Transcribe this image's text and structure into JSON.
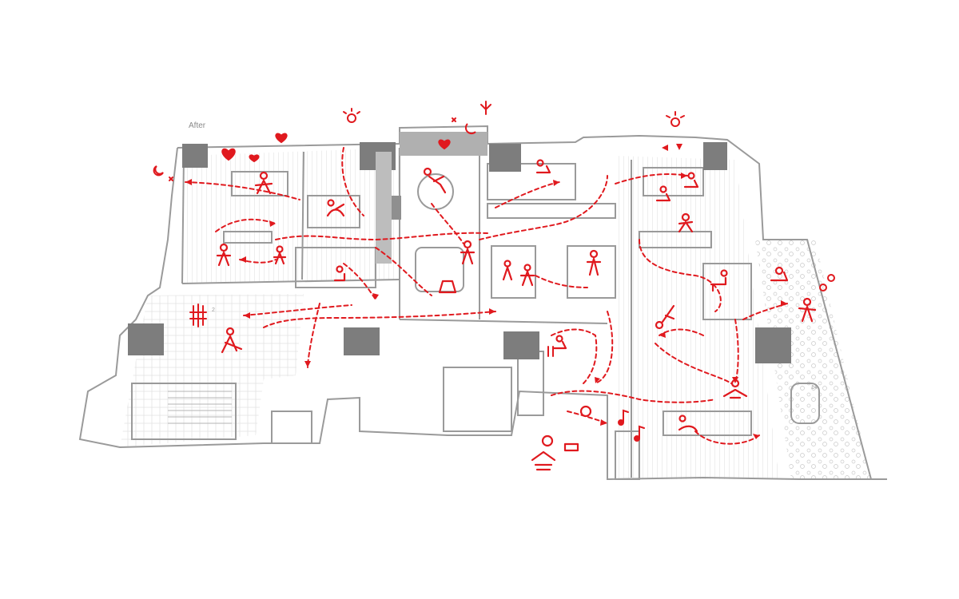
{
  "diagram": {
    "heading": "After",
    "heading_sub": "",
    "room_number_left": "2",
    "room_number_right": "14",
    "colors": {
      "wall": "#9a9a9a",
      "wall_dark": "#7d7d7d",
      "floor_line": "#d9d9d9",
      "annotation_red": "#e0191e"
    },
    "icon_names": [
      "sun-icon",
      "moon-icon",
      "heart-icon",
      "music-note-icon",
      "person-icon",
      "bed-icon"
    ]
  }
}
